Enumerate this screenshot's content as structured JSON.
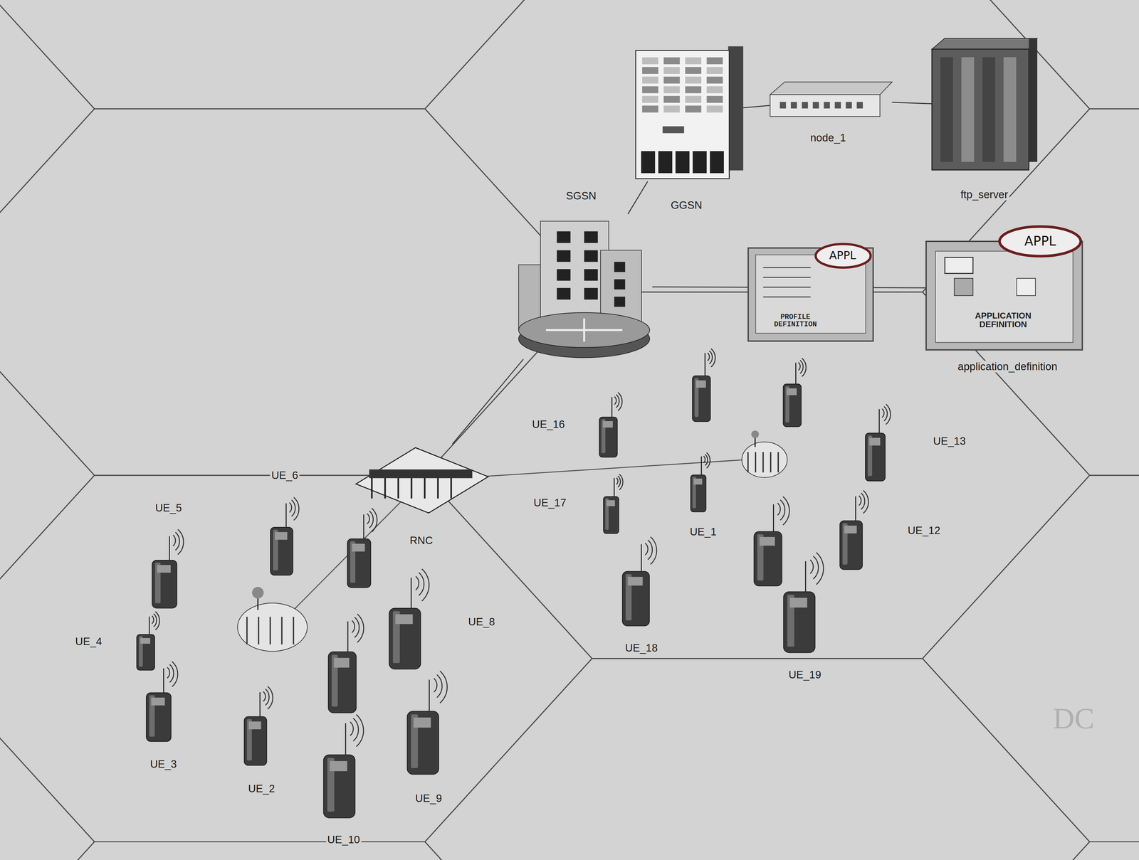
{
  "diagram": {
    "nodes": [
      {
        "text": [
          "GGSN"
        ]
      },
      {
        "text": [
          "node_1"
        ]
      },
      {
        "text": [
          "ftp_server"
        ]
      },
      {
        "text": [
          "SGSN"
        ]
      },
      {
        "text": [
          "application_definition"
        ]
      },
      {
        "text": [
          "UE_16"
        ]
      },
      {
        "text": [
          "UE_13"
        ]
      },
      {
        "text": [
          "RNC"
        ]
      },
      {
        "text": [
          "UE_17"
        ]
      },
      {
        "text": [
          "UE_1"
        ]
      },
      {
        "text": [
          "UE_12"
        ]
      },
      {
        "text": [
          "UE_18"
        ]
      },
      {
        "text": [
          "UE_19"
        ]
      },
      {
        "text": [
          "UE_6"
        ]
      },
      {
        "text": [
          "UE_5"
        ]
      },
      {
        "text": [
          "UE_8"
        ]
      },
      {
        "text": [
          "UE_4"
        ]
      },
      {
        "text": [
          "UE_3"
        ]
      },
      {
        "text": [
          "UE_2"
        ]
      },
      {
        "text": [
          "UE_9"
        ]
      },
      {
        "text": [
          "UE_10"
        ]
      }
    ],
    "edges": [
      {
        "from": 3,
        "to": 0,
        "arrow": "none"
      },
      {
        "from": 0,
        "to": 1,
        "arrow": "none"
      },
      {
        "from": 1,
        "to": 2,
        "arrow": "none"
      },
      {
        "from": 3,
        "to": 4,
        "arrow": "none"
      },
      {
        "from": 3,
        "to": 7,
        "arrow": "none"
      }
    ],
    "labels": [
      "APPL",
      "PROFILE DEFINITION",
      "APPL",
      "APPLICATION DEFINITION",
      "DC"
    ]
  }
}
